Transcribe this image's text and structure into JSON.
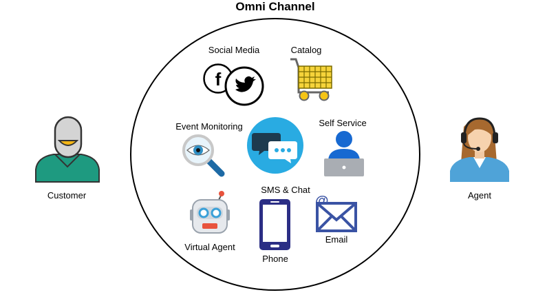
{
  "title": "Omni Channel",
  "customer": {
    "label": "Customer"
  },
  "agent": {
    "label": "Agent"
  },
  "channels": {
    "social_media": "Social Media",
    "catalog": "Catalog",
    "event_monitoring": "Event Monitoring",
    "self_service": "Self Service",
    "sms_chat": "SMS & Chat",
    "virtual_agent": "Virtual Agent",
    "phone": "Phone",
    "email": "Email"
  },
  "colors": {
    "chat_circle": "#29abe2",
    "customer_shirt": "#1e9a80",
    "agent_shirt": "#4fa3d8",
    "cart_yellow": "#f5d33a",
    "phone_navy": "#2b2e85",
    "email_blue": "#3a53a4"
  }
}
